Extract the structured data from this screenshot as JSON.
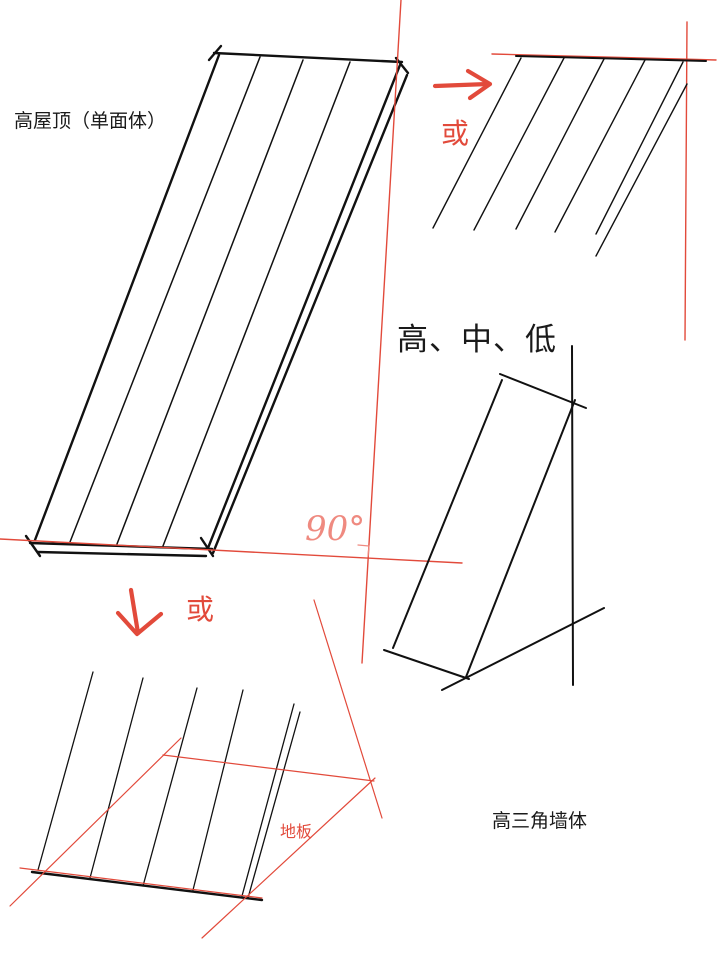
{
  "labels": {
    "high_roof": "高屋顶（单面体）",
    "or_top": "或",
    "levels": "高、中、低",
    "or_left": "或",
    "floor": "地板",
    "high_triangle_wall": "高三角墙体",
    "angle": "90°"
  },
  "colors": {
    "ink": "#1a1a1a",
    "accent_red": "#e24a3b",
    "light_red": "#ef8a80",
    "background": "#ffffff"
  }
}
